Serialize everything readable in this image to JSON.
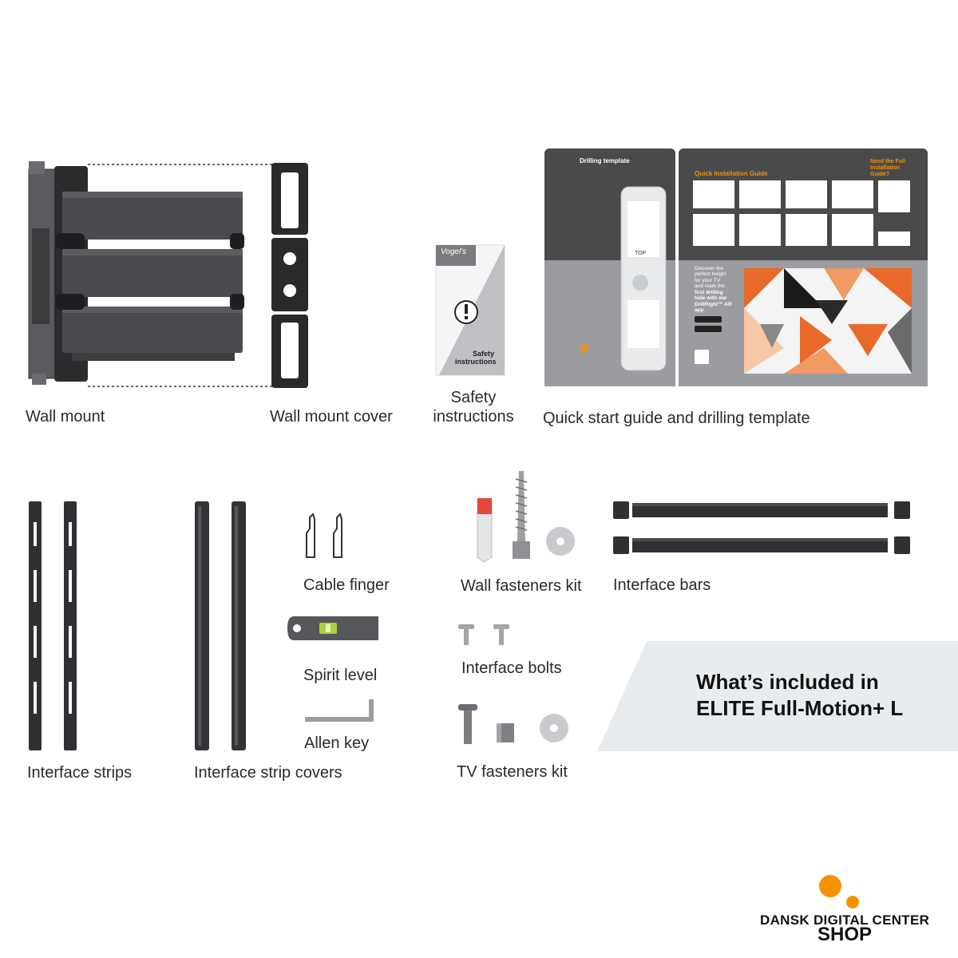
{
  "labels": {
    "wall_mount": "Wall mount",
    "wall_mount_cover": "Wall mount cover",
    "safety_instructions_line1": "Safety",
    "safety_instructions_line2": "instructions",
    "quick_start": "Quick start guide and drilling template",
    "interface_strips": "Interface strips",
    "interface_strip_covers": "Interface strip covers",
    "cable_finger": "Cable finger",
    "spirit_level": "Spirit level",
    "allen_key": "Allen key",
    "wall_fasteners_kit": "Wall fasteners kit",
    "interface_bars": "Interface bars",
    "interface_bolts": "Interface bolts",
    "tv_fasteners_kit": "TV fasteners kit"
  },
  "banner": {
    "line1": "What’s included in",
    "line2": "ELITE Full-Motion+ L"
  },
  "booklet": {
    "brand": "Vogel's",
    "title_line1": "Safety",
    "title_line2": "instructions"
  },
  "guide": {
    "drilling_title": "Drilling template",
    "quick_title": "Quick Installation Guide",
    "need_full_line1": "Need the Full",
    "need_full_line2": "Installation",
    "need_full_line3": "Guide?",
    "discover_line1": "Discover the",
    "discover_line2": "perfect height",
    "discover_line3": "for your TV",
    "discover_line4": "and mark the",
    "discover_line5": "first drilling",
    "discover_line6": "hole with our",
    "discover_line7": "DrillRight™ AR",
    "discover_line8": "app",
    "top_label": "TOP"
  },
  "shop_logo": {
    "line1": "DANSK DIGITAL CENTER",
    "line2": "SHOP"
  },
  "colors": {
    "accent_orange": "#f39200",
    "dark_grey": "#3a3a3c",
    "banner_bg": "#e9ecef"
  }
}
